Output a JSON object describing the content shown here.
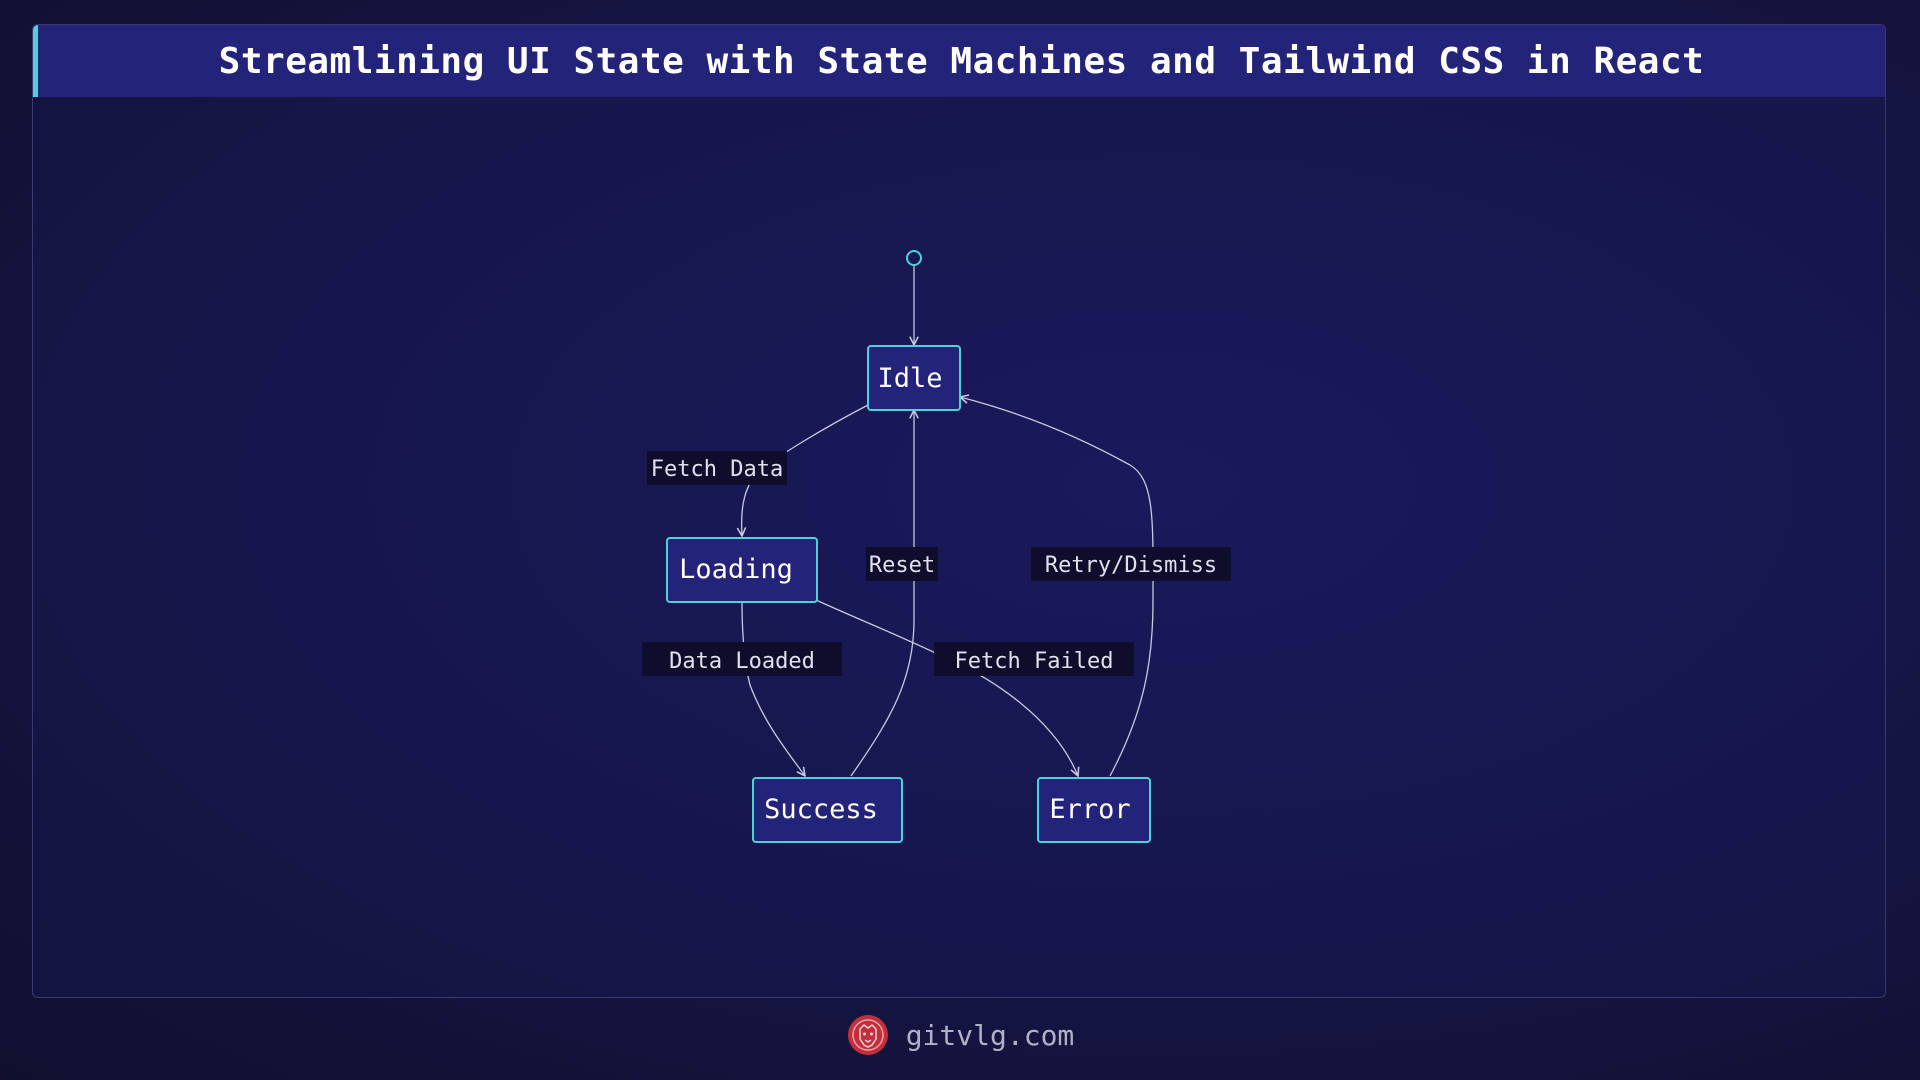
{
  "title": "Streamlining UI State with State Machines and Tailwind CSS in React",
  "diagram": {
    "type": "state-machine",
    "initial_state": "Idle",
    "states": [
      "Idle",
      "Loading",
      "Success",
      "Error"
    ],
    "transitions": [
      {
        "from": "Idle",
        "to": "Loading",
        "label": "Fetch Data"
      },
      {
        "from": "Loading",
        "to": "Success",
        "label": "Data Loaded"
      },
      {
        "from": "Loading",
        "to": "Error",
        "label": "Fetch Failed"
      },
      {
        "from": "Success",
        "to": "Idle",
        "label": "Reset"
      },
      {
        "from": "Error",
        "to": "Idle",
        "label": "Retry/Dismiss"
      }
    ]
  },
  "footer": {
    "site": "gitvlg.com",
    "logo_icon": "lion-logo-icon"
  },
  "colors": {
    "node_border": "#4fd1d9",
    "node_fill": "#24237a",
    "title_accent": "#4fd1d9",
    "logo": "#c0303a"
  }
}
